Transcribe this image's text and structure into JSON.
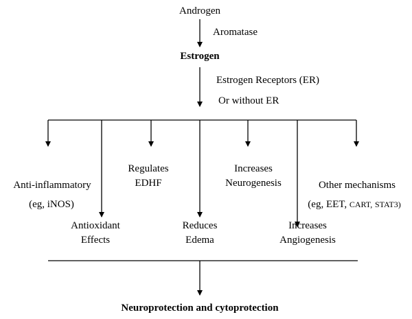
{
  "pathway": {
    "source": "Androgen",
    "enzyme": "Aromatase",
    "hormone": "Estrogen",
    "receptor_line1": "Estrogen Receptors (ER)",
    "receptor_line2": "Or without ER"
  },
  "mechanisms": {
    "anti_inflammatory": {
      "label": "Anti-inflammatory",
      "example": "(eg, iNOS)"
    },
    "antioxidant": {
      "line1": "Antioxidant",
      "line2": "Effects"
    },
    "edhf": {
      "line1": "Regulates",
      "line2": "EDHF"
    },
    "edema": {
      "line1": "Reduces",
      "line2": "Edema"
    },
    "neurogenesis": {
      "line1": "Increases",
      "line2": "Neurogenesis"
    },
    "angiogenesis": {
      "line1": "Increases",
      "line2": "Angiogenesis"
    },
    "other": {
      "label": "Other mechanisms",
      "example_prefix": "(eg, EET,",
      "example_cart": "CART,",
      "example_stat3": "STAT3)"
    }
  },
  "outcome": "Neuroprotection and cytoprotection"
}
